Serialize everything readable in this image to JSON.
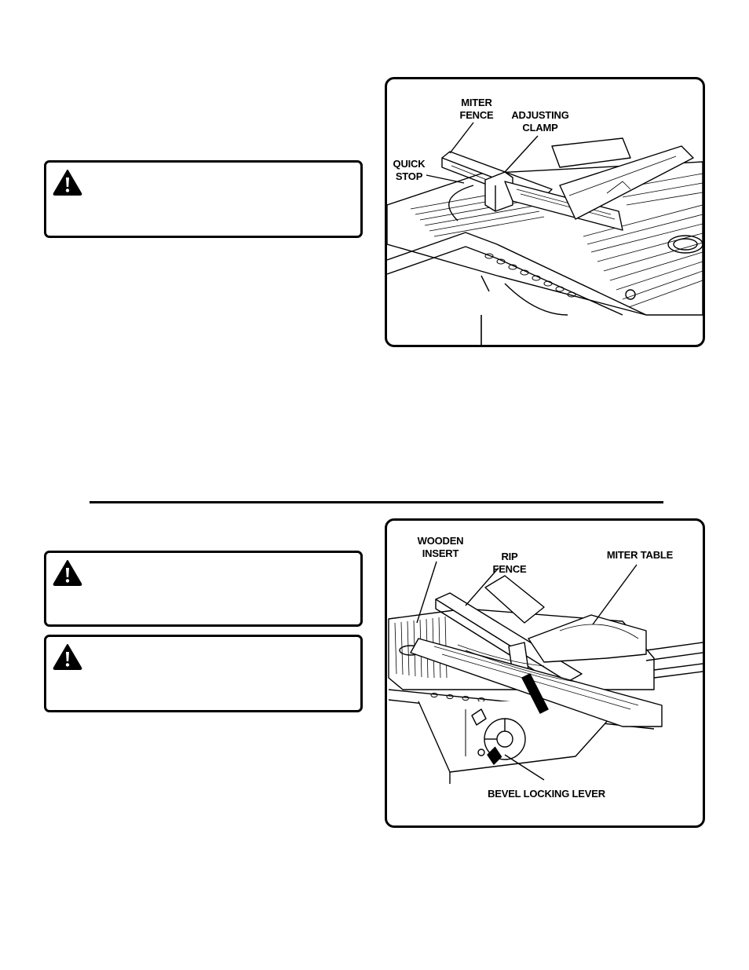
{
  "figure_top": {
    "callouts": {
      "miter_fence": "MITER\nFENCE",
      "adjusting_clamp": "ADJUSTING\nCLAMP",
      "quick_stop": "QUICK\nSTOP"
    }
  },
  "figure_bottom": {
    "callouts": {
      "wooden_insert": "WOODEN\nINSERT",
      "rip_fence": "RIP\nFENCE",
      "miter_table": "MITER TABLE",
      "bevel_locking_lever": "BEVEL LOCKING LEVER"
    }
  },
  "icons": {
    "warning": "warning-triangle-icon"
  }
}
